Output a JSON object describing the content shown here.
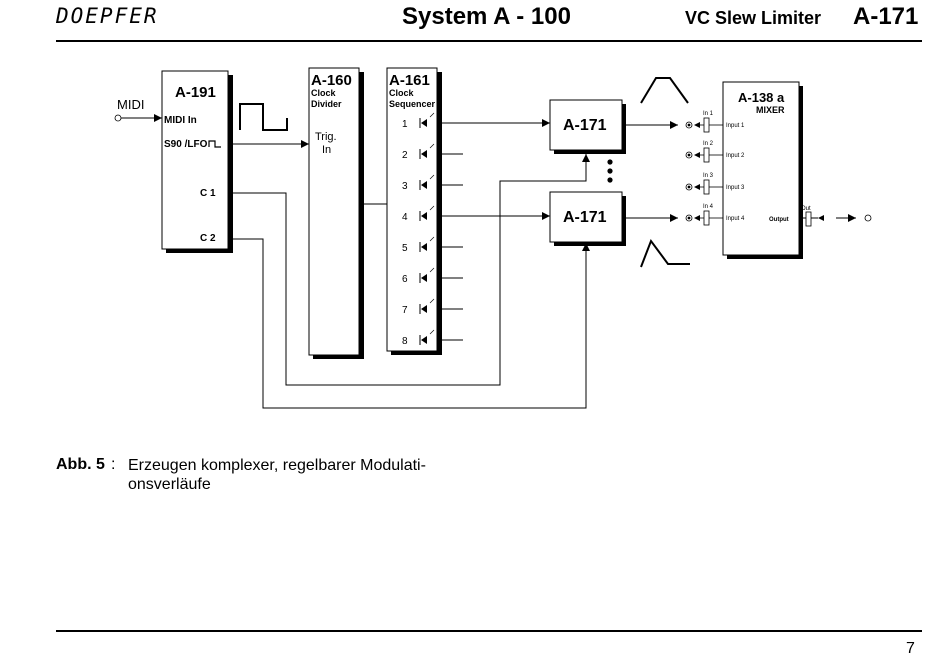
{
  "header": {
    "brand": "DOEPFER",
    "system": "System  A - 100",
    "module_subtitle": "VC Slew Limiter",
    "module_id": "A-171"
  },
  "diagram": {
    "midi_label": "MIDI",
    "a191": {
      "title": "A-191",
      "midi_in": "MIDI In",
      "s90_lfo": "S90 /LFO",
      "c1": "C 1",
      "c2": "C 2"
    },
    "a160": {
      "title": "A-160",
      "line1": "Clock",
      "line2": "Divider",
      "trig": "Trig.",
      "in": "In"
    },
    "a161": {
      "title": "A-161",
      "line1": "Clock",
      "line2": "Sequencer",
      "steps": [
        "1",
        "2",
        "3",
        "4",
        "5",
        "6",
        "7",
        "8"
      ]
    },
    "a171_top": "A-171",
    "a171_bottom": "A-171",
    "a138": {
      "title": "A-138 a",
      "subtitle": "MIXER",
      "in_labels": [
        "In 1",
        "In 2",
        "In 3",
        "In 4"
      ],
      "input_labels": [
        "Input 1",
        "Input 2",
        "Input 3",
        "Input 4"
      ],
      "output": "Output",
      "out": "Out"
    }
  },
  "caption": {
    "label": "Abb. 5",
    "text": "Erzeugen komplexer, regelbarer Modulati- onsverläufe"
  },
  "footer": {
    "page_number": "7"
  }
}
